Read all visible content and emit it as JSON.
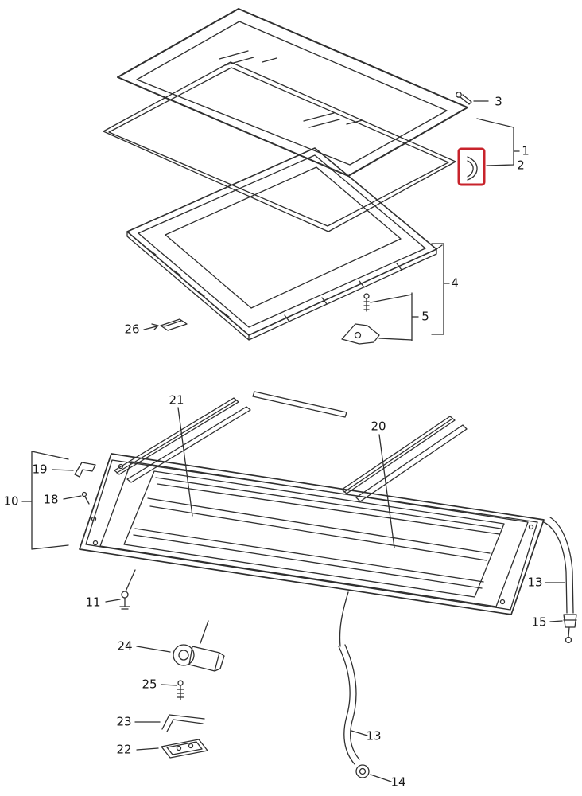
{
  "page": {
    "background_color": "#ffffff"
  },
  "diagram": {
    "kind": "exploded-parts-diagram",
    "subject": "sunroof-glass-and-frame-assembly",
    "line_color": "#2f2f2f",
    "highlight_color": "#c8232b",
    "highlighted_part": "2"
  },
  "callouts": [
    {
      "num": "3"
    },
    {
      "num": "1"
    },
    {
      "num": "2"
    },
    {
      "num": "4"
    },
    {
      "num": "5"
    },
    {
      "num": "26"
    },
    {
      "num": "21"
    },
    {
      "num": "20"
    },
    {
      "num": "19"
    },
    {
      "num": "18"
    },
    {
      "num": "10"
    },
    {
      "num": "11"
    },
    {
      "num": "13"
    },
    {
      "num": "15"
    },
    {
      "num": "24"
    },
    {
      "num": "25"
    },
    {
      "num": "23"
    },
    {
      "num": "22"
    },
    {
      "num": "13"
    },
    {
      "num": "14"
    }
  ]
}
